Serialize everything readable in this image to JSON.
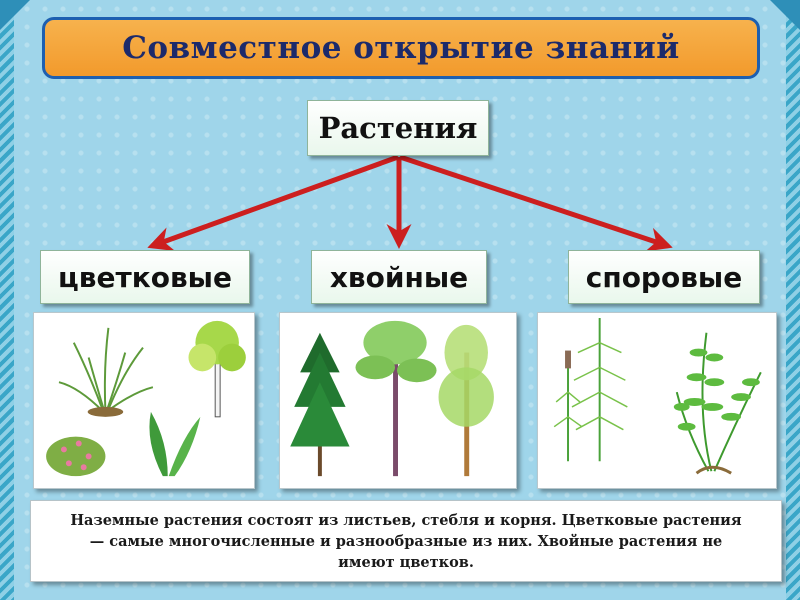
{
  "title": "Совместное открытие знаний",
  "diagram": {
    "root": "Растения",
    "categories": [
      {
        "label": "цветковые",
        "illustration": "flowering-plants-icon"
      },
      {
        "label": "хвойные",
        "illustration": "conifer-trees-icon"
      },
      {
        "label": "споровые",
        "illustration": "spore-plants-icon"
      }
    ],
    "arrow_color": "#cc1f1f"
  },
  "description": "Наземные растения состоят из листьев, стебля и корня. Цветковые растения — самые многочисленные и разнообразные из них. Хвойные растения не имеют цветков.",
  "colors": {
    "title_fill": "#f4a63a",
    "title_border": "#1d5fb0",
    "title_text": "#1c2a6b",
    "background": "#9fd5ea"
  }
}
